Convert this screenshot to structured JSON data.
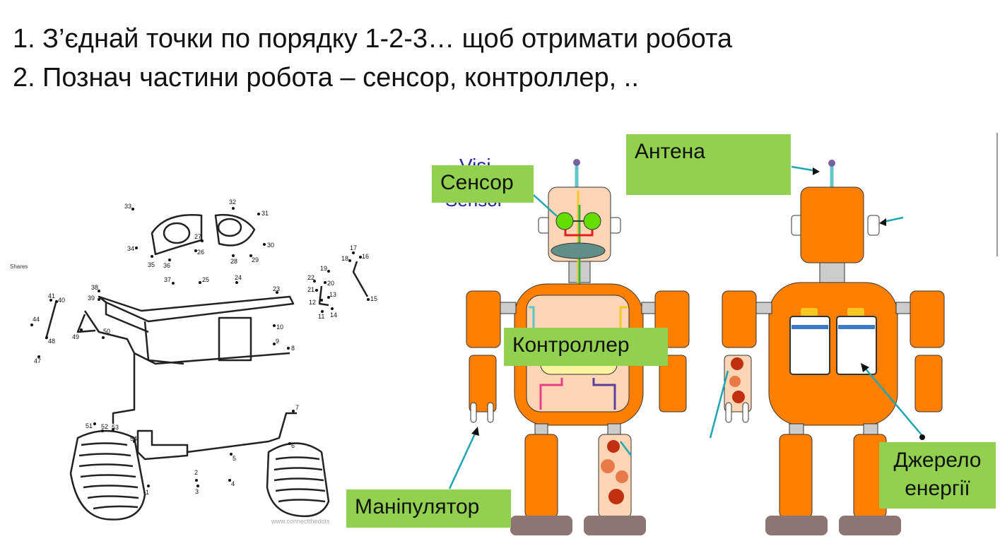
{
  "instructions": [
    {
      "num": "1.",
      "text": "З’єднай точки по порядку 1-2-3… щоб отримати робота"
    },
    {
      "num": "2.",
      "text": "Познач частини робота – сенсор, контроллер, .."
    }
  ],
  "dot_puzzle": {
    "shares_text": "Shares",
    "watermark": "www.connectthedots",
    "numbers": [
      "1",
      "2",
      "3",
      "4",
      "5",
      "6",
      "7",
      "8",
      "9",
      "10",
      "11",
      "12",
      "13",
      "14",
      "15",
      "16",
      "17",
      "18",
      "19",
      "20",
      "21",
      "22",
      "23",
      "24",
      "25",
      "26",
      "27",
      "28",
      "29",
      "30",
      "31",
      "32",
      "33",
      "34",
      "35",
      "36",
      "37",
      "38",
      "39",
      "40",
      "41",
      "44",
      "47",
      "48",
      "49",
      "50",
      "51",
      "52",
      "53",
      "54"
    ]
  },
  "labels": {
    "sensor": "Сенсор",
    "antenna": "Антена",
    "controller": "Контроллер",
    "manipulator": "Маніпулятор",
    "power_source_line1": "Джерело",
    "power_source_line2": "енергії"
  },
  "hidden_text_fragments": {
    "vision": "Visi",
    "sensor_en": "Sensor"
  },
  "colors": {
    "label_bg": "#92d050",
    "robot_orange": "#ff8000",
    "robot_skin": "#fcd5b4",
    "arrow_teal": "#1ba6b4"
  }
}
